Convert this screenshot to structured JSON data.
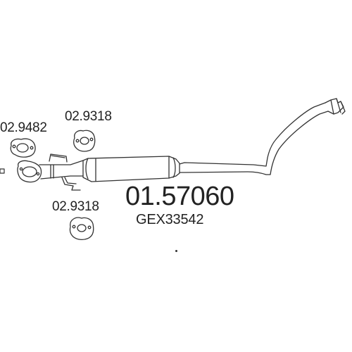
{
  "part": {
    "number": "01.57060",
    "oe_number": "GEX33542"
  },
  "gaskets": [
    {
      "ref": "02.9482"
    },
    {
      "ref": "02.9318"
    },
    {
      "ref": "02.9318"
    }
  ],
  "colors": {
    "line": "#333333",
    "text": "#222222",
    "background": "#ffffff"
  }
}
